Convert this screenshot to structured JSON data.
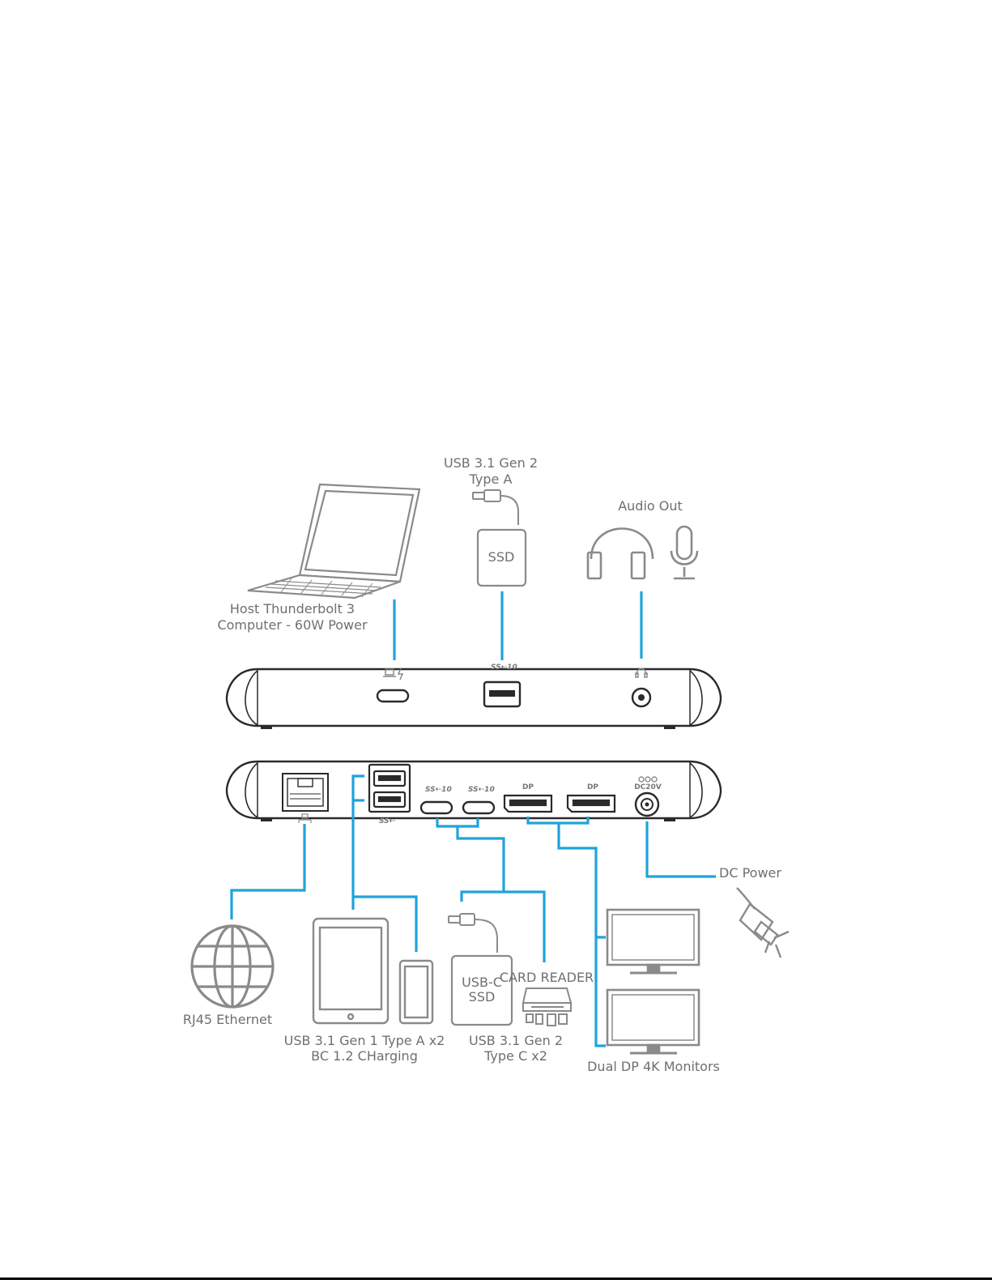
{
  "labels": {
    "usb_a_top_line1": "USB 3.1 Gen 2",
    "usb_a_top_line2": "Type A",
    "ssd": "SSD",
    "audio_out": "Audio Out",
    "host_line1": "Host Thunderbolt 3",
    "host_line2": "Computer - 60W Power",
    "dc_power": "DC Power",
    "rj45": "RJ45 Ethernet",
    "usbc_ssd_line1": "USB-C",
    "usbc_ssd_line2": "SSD",
    "card_reader": "CARD READER",
    "usb_gen1_line1": "USB 3.1 Gen 1 Type A x2",
    "usb_gen1_line2": "BC 1.2 CHarging",
    "usb_gen2_c_line1": "USB 3.1 Gen 2",
    "usb_gen2_c_line2": "Type C x2",
    "dual_dp": "Dual DP 4K Monitors",
    "dp1": "DP",
    "dp2": "DP",
    "dc20v": "DC20V"
  },
  "colors": {
    "connector_line": "#1fa3dd",
    "device_gray": "#8a8a8a",
    "dock_outline": "#2a2a2a",
    "label_text": "#6f6f6f"
  }
}
